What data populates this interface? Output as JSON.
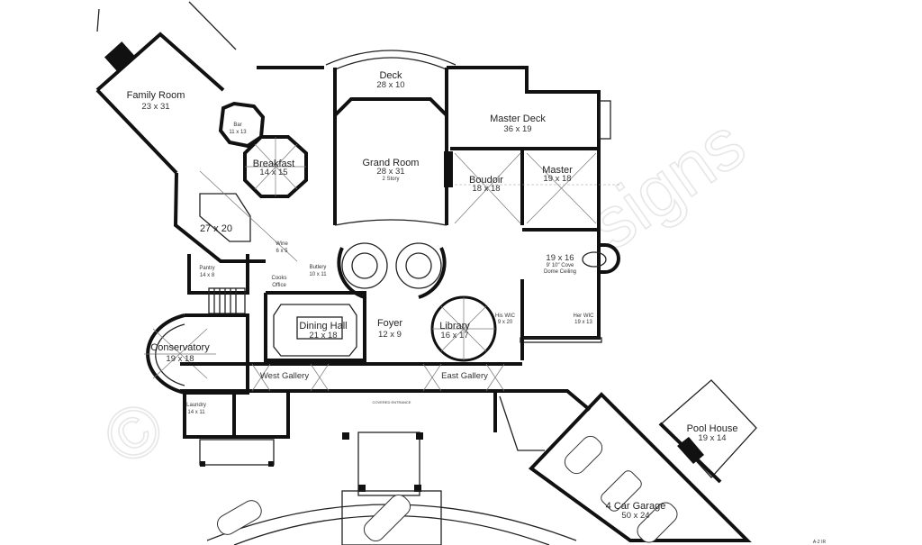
{
  "plan": {
    "rooms": [
      {
        "id": "family-room",
        "name": "Family Room",
        "size": "23 x 31"
      },
      {
        "id": "bar",
        "name": "Bar",
        "size": "11 x 13"
      },
      {
        "id": "breakfast",
        "name": "Breakfast",
        "size": "14 x 15"
      },
      {
        "id": "kitchen",
        "name": "",
        "size": "27 x 20"
      },
      {
        "id": "pantry",
        "name": "Pantry",
        "size": "14 x 8"
      },
      {
        "id": "wine",
        "name": "Wine",
        "size": "6 x 5"
      },
      {
        "id": "cooks-office",
        "name": "Cooks",
        "size": "Office"
      },
      {
        "id": "butlery",
        "name": "Butlery",
        "size": "10 x 11"
      },
      {
        "id": "deck",
        "name": "Deck",
        "size": "28 x 10"
      },
      {
        "id": "grand-room",
        "name": "Grand Room",
        "size": "28 x 31",
        "note": "2 Story"
      },
      {
        "id": "master-deck",
        "name": "Master Deck",
        "size": "36 x 19"
      },
      {
        "id": "boudoir",
        "name": "Boudoir",
        "size": "18 x 18"
      },
      {
        "id": "master",
        "name": "Master",
        "size": "19 x 18"
      },
      {
        "id": "master-bath",
        "name": "19 x 16",
        "size": "9' 10\" Cove",
        "note": "Dome Ceiling"
      },
      {
        "id": "his-wic",
        "name": "His WIC",
        "size": "9 x 20"
      },
      {
        "id": "her-wic",
        "name": "Her WIC",
        "size": "19 x 13"
      },
      {
        "id": "library",
        "name": "Library",
        "size": "16 x 17"
      },
      {
        "id": "foyer",
        "name": "Foyer",
        "size": "12 x 9"
      },
      {
        "id": "dining-hall",
        "name": "Dining Hall",
        "size": "21 x 18"
      },
      {
        "id": "conservatory",
        "name": "Conservatory",
        "size": "19 x 18"
      },
      {
        "id": "west-gallery",
        "name": "West Gallery"
      },
      {
        "id": "east-gallery",
        "name": "East Gallery"
      },
      {
        "id": "laundry",
        "name": "Laundry",
        "size": "14 x 11"
      },
      {
        "id": "pool-house",
        "name": "Pool House",
        "size": "19 x 14"
      },
      {
        "id": "garage",
        "name": "4 Car Garage",
        "size": "50 x 24"
      }
    ],
    "covered_entrance": "COVERED ENTRANCE",
    "watermark": "© ... designs",
    "sheet_id": "A-2 IR"
  }
}
